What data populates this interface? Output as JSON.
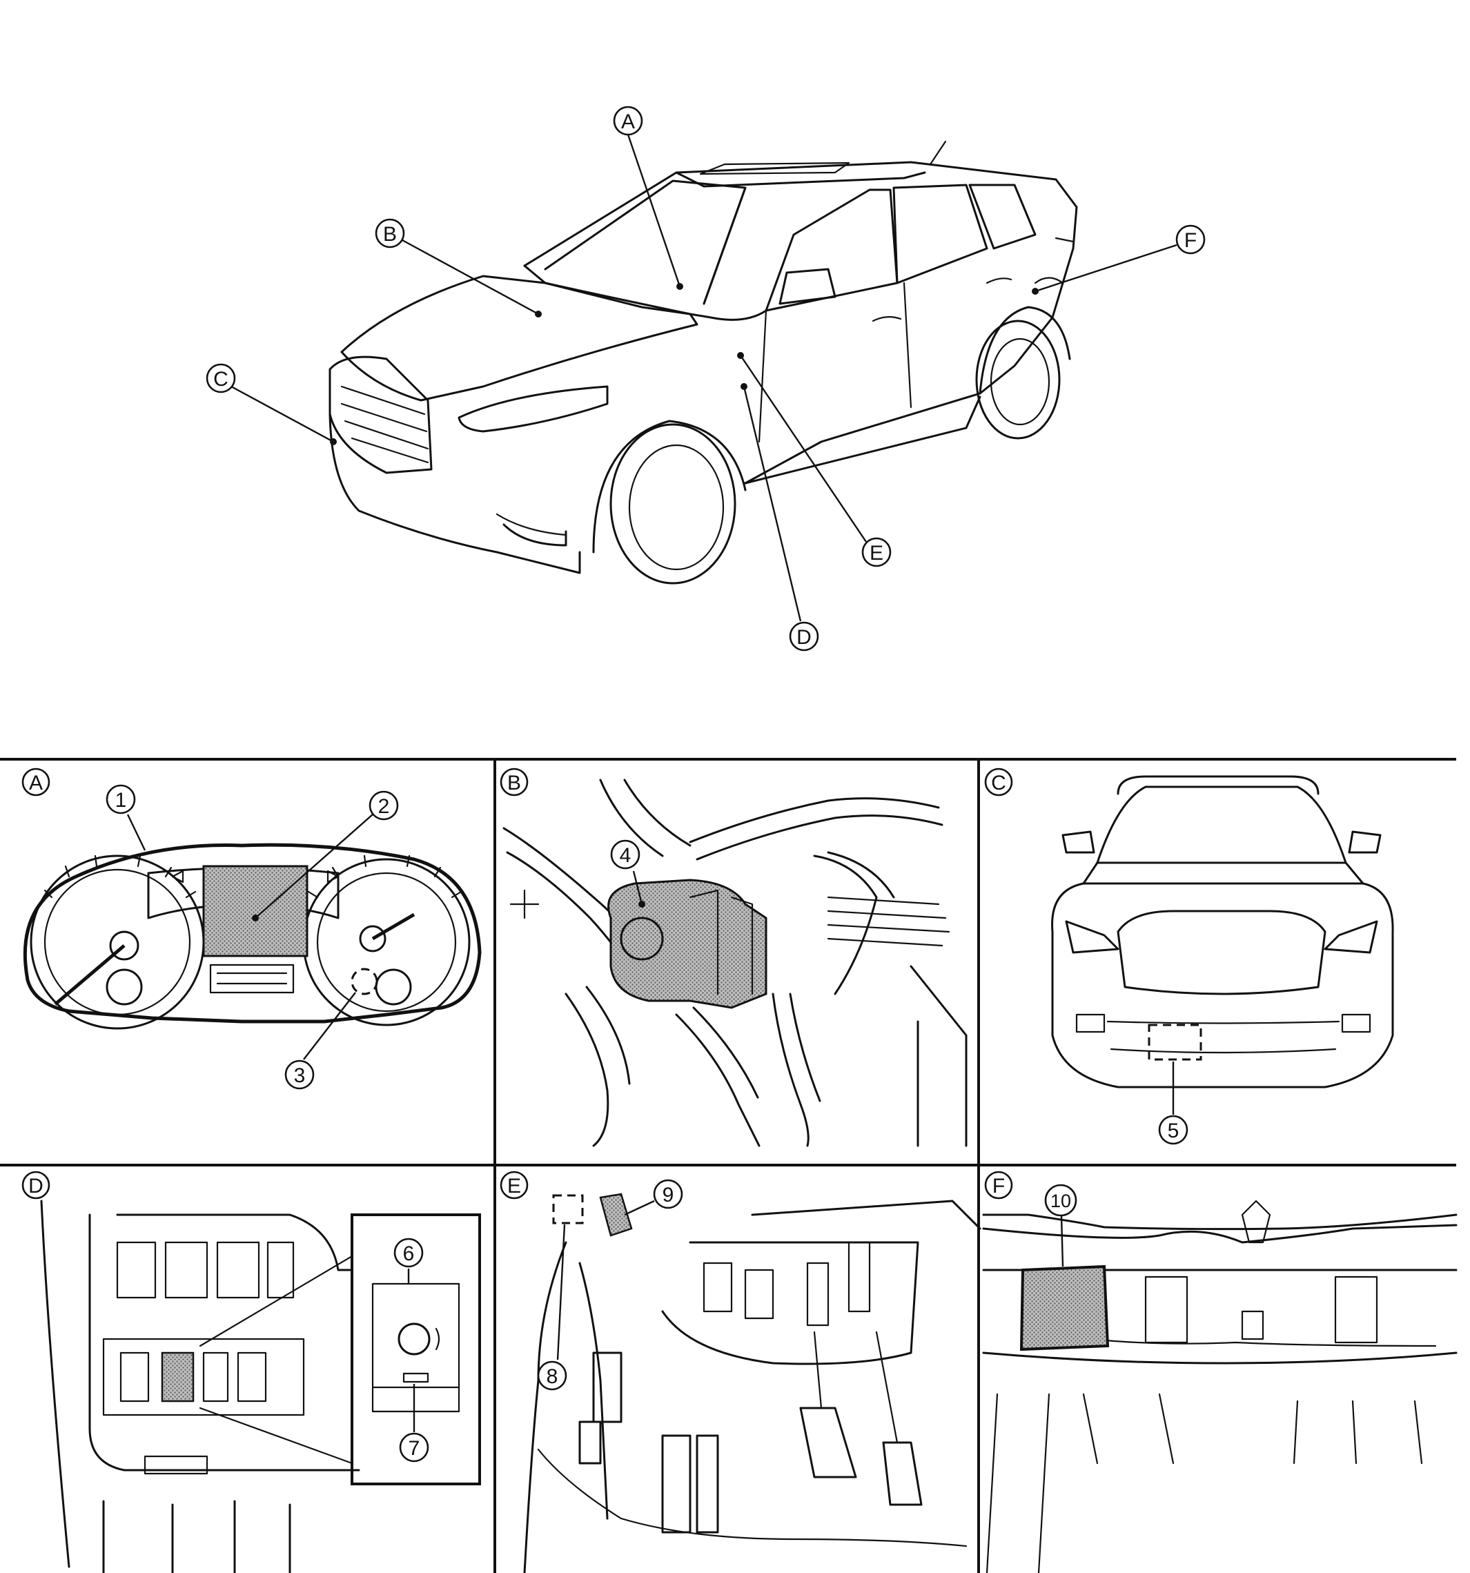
{
  "labels": {
    "A": "A",
    "B": "B",
    "C": "C",
    "D": "D",
    "E": "E",
    "F": "F",
    "n1": "1",
    "n2": "2",
    "n3": "3",
    "n4": "4",
    "n5": "5",
    "n6": "6",
    "n7": "7",
    "n8": "8",
    "n9": "9",
    "n10": "10"
  },
  "colors": {
    "line": "#111111",
    "background": "#ffffff",
    "stipple": "#8a8a8a"
  }
}
